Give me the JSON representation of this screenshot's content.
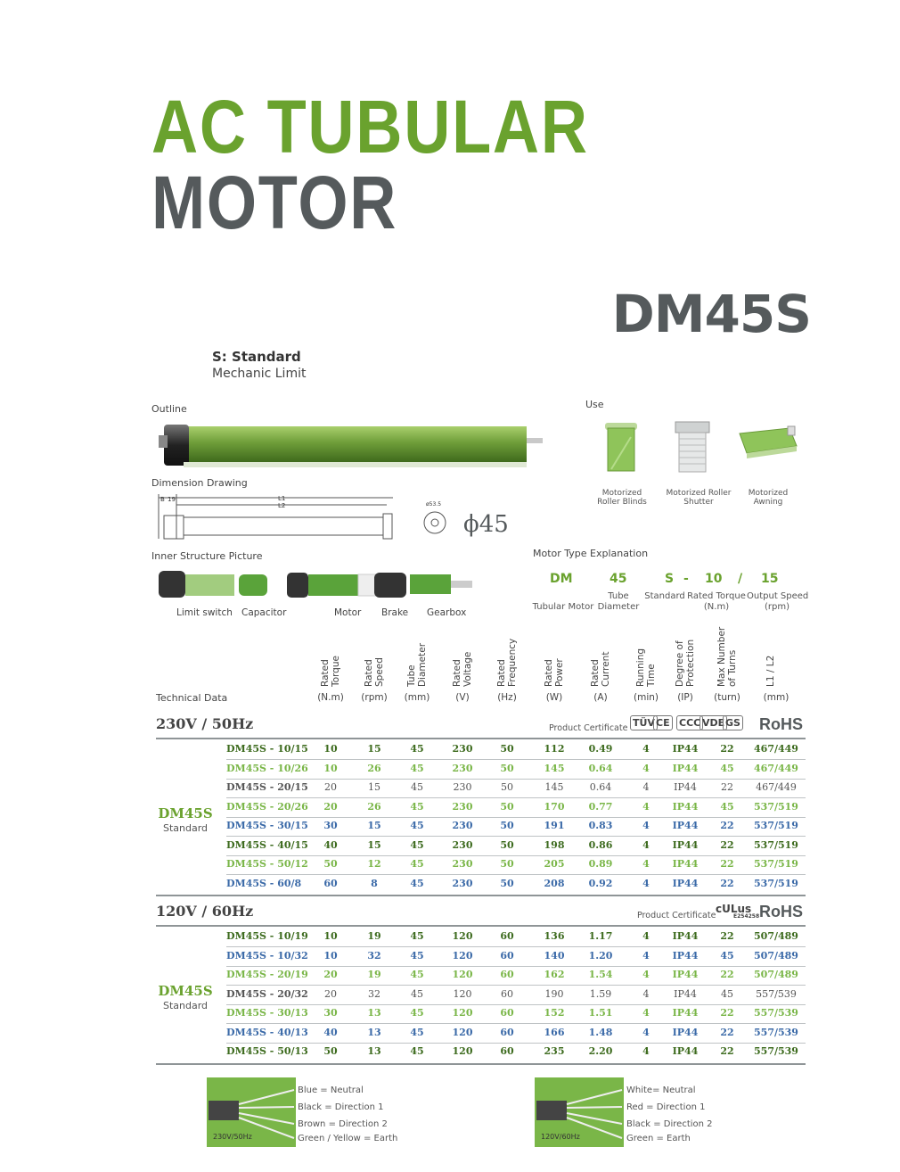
{
  "header": {
    "title_line1": "AC TUBULAR",
    "title_line2": "MOTOR",
    "model": "DM45S",
    "standard_code": "S: Standard",
    "standard_desc": "Mechanic Limit"
  },
  "sections": {
    "outline": "Outline",
    "use": "Use",
    "dimension": "Dimension Drawing",
    "inner": "Inner Structure Picture",
    "motor_type": "Motor Type Explanation",
    "technical": "Technical Data"
  },
  "dimension_labels": {
    "b": "B",
    "n19": "19",
    "l1": "L1",
    "l2": "L2",
    "phi_small": "ø53.5",
    "diameter": "ϕ45"
  },
  "use_items": [
    {
      "label": "Motorized\nRoller Blinds"
    },
    {
      "label": "Motorized Roller\nShutter"
    },
    {
      "label": "Motorized\nAwning"
    }
  ],
  "inner_parts": [
    "Limit switch",
    "Capacitor",
    "Motor",
    "Brake",
    "Gearbox"
  ],
  "motor_type": {
    "codes": [
      "DM",
      "45",
      "S",
      "-",
      "10",
      "/",
      "15"
    ],
    "desc_tubular": "Tubular Motor",
    "desc_tube": "Tube\nDiameter",
    "desc_standard": "Standard",
    "desc_torque": "Rated Torque\n(N.m)",
    "desc_speed": "Output Speed\n(rpm)"
  },
  "columns": [
    {
      "name": "Rated\nTorque",
      "unit": "(N.m)"
    },
    {
      "name": "Rated\nSpeed",
      "unit": "(rpm)"
    },
    {
      "name": "Tube\nDiameter",
      "unit": "(mm)"
    },
    {
      "name": "Rated\nVoltage",
      "unit": "(V)"
    },
    {
      "name": "Rated\nFrequency",
      "unit": "(Hz)"
    },
    {
      "name": "Rated\nPower",
      "unit": "(W)"
    },
    {
      "name": "Rated\nCurrent",
      "unit": "(A)"
    },
    {
      "name": "Running\nTime",
      "unit": "(min)"
    },
    {
      "name": "Degree of\nProtection",
      "unit": "(IP)"
    },
    {
      "name": "Max Number\nof Turns",
      "unit": "(turn)"
    },
    {
      "name": "L1 / L2",
      "unit": "(mm)"
    }
  ],
  "groups": [
    {
      "title": "230V / 50Hz",
      "cert_label": "Product Certificate",
      "cert_icons": [
        "TÜV",
        "CE",
        "CCC",
        "VDE",
        "GS"
      ],
      "rohs": "RoHS",
      "name": "DM45S",
      "sub": "Standard",
      "rows": [
        {
          "model": "DM45S - 10/15",
          "color": "#3d6b1e",
          "v": [
            "10",
            "15",
            "45",
            "230",
            "50",
            "112",
            "0.49",
            "4",
            "IP44",
            "22",
            "467/449"
          ]
        },
        {
          "model": "DM45S - 10/26",
          "color": "#7ab648",
          "v": [
            "10",
            "26",
            "45",
            "230",
            "50",
            "145",
            "0.64",
            "4",
            "IP44",
            "45",
            "467/449"
          ]
        },
        {
          "model": "DM45S - 20/15",
          "color": "#555555",
          "v": [
            "20",
            "15",
            "45",
            "230",
            "50",
            "145",
            "0.64",
            "4",
            "IP44",
            "22",
            "467/449"
          ]
        },
        {
          "model": "DM45S - 20/26",
          "color": "#7ab648",
          "v": [
            "20",
            "26",
            "45",
            "230",
            "50",
            "170",
            "0.77",
            "4",
            "IP44",
            "45",
            "537/519"
          ]
        },
        {
          "model": "DM45S - 30/15",
          "color": "#3b6aa8",
          "v": [
            "30",
            "15",
            "45",
            "230",
            "50",
            "191",
            "0.83",
            "4",
            "IP44",
            "22",
            "537/519"
          ]
        },
        {
          "model": "DM45S - 40/15",
          "color": "#3d6b1e",
          "v": [
            "40",
            "15",
            "45",
            "230",
            "50",
            "198",
            "0.86",
            "4",
            "IP44",
            "22",
            "537/519"
          ]
        },
        {
          "model": "DM45S - 50/12",
          "color": "#7ab648",
          "v": [
            "50",
            "12",
            "45",
            "230",
            "50",
            "205",
            "0.89",
            "4",
            "IP44",
            "22",
            "537/519"
          ]
        },
        {
          "model": "DM45S - 60/8",
          "color": "#3b6aa8",
          "v": [
            "60",
            "8",
            "45",
            "230",
            "50",
            "208",
            "0.92",
            "4",
            "IP44",
            "22",
            "537/519"
          ]
        }
      ]
    },
    {
      "title": "120V / 60Hz",
      "cert_label": "Product Certificate",
      "cert_icons": [
        "cULus",
        "E254258"
      ],
      "rohs": "RoHS",
      "name": "DM45S",
      "sub": "Standard",
      "rows": [
        {
          "model": "DM45S - 10/19",
          "color": "#3d6b1e",
          "v": [
            "10",
            "19",
            "45",
            "120",
            "60",
            "136",
            "1.17",
            "4",
            "IP44",
            "22",
            "507/489"
          ]
        },
        {
          "model": "DM45S - 10/32",
          "color": "#3b6aa8",
          "v": [
            "10",
            "32",
            "45",
            "120",
            "60",
            "140",
            "1.20",
            "4",
            "IP44",
            "45",
            "507/489"
          ]
        },
        {
          "model": "DM45S - 20/19",
          "color": "#7ab648",
          "v": [
            "20",
            "19",
            "45",
            "120",
            "60",
            "162",
            "1.54",
            "4",
            "IP44",
            "22",
            "507/489"
          ]
        },
        {
          "model": "DM45S - 20/32",
          "color": "#555555",
          "v": [
            "20",
            "32",
            "45",
            "120",
            "60",
            "190",
            "1.59",
            "4",
            "IP44",
            "45",
            "557/539"
          ]
        },
        {
          "model": "DM45S - 30/13",
          "color": "#7ab648",
          "v": [
            "30",
            "13",
            "45",
            "120",
            "60",
            "152",
            "1.51",
            "4",
            "IP44",
            "22",
            "557/539"
          ]
        },
        {
          "model": "DM45S - 40/13",
          "color": "#3b6aa8",
          "v": [
            "40",
            "13",
            "45",
            "120",
            "60",
            "166",
            "1.48",
            "4",
            "IP44",
            "22",
            "557/539"
          ]
        },
        {
          "model": "DM45S - 50/13",
          "color": "#3d6b1e",
          "v": [
            "50",
            "13",
            "45",
            "120",
            "60",
            "235",
            "2.20",
            "4",
            "IP44",
            "22",
            "557/539"
          ]
        }
      ]
    }
  ],
  "wiring": [
    {
      "label": "230V/50Hz",
      "lines": [
        "Blue = Neutral",
        "Black = Direction 1",
        "Brown = Direction 2",
        "Green / Yellow = Earth"
      ]
    },
    {
      "label": "120V/60Hz",
      "lines": [
        "White= Neutral",
        "Red = Direction 1",
        "Black = Direction 2",
        "Green = Earth"
      ]
    }
  ],
  "colors": {
    "green": "#6aa22e",
    "gray": "#555a5c",
    "tube": "#6f9e3a"
  }
}
